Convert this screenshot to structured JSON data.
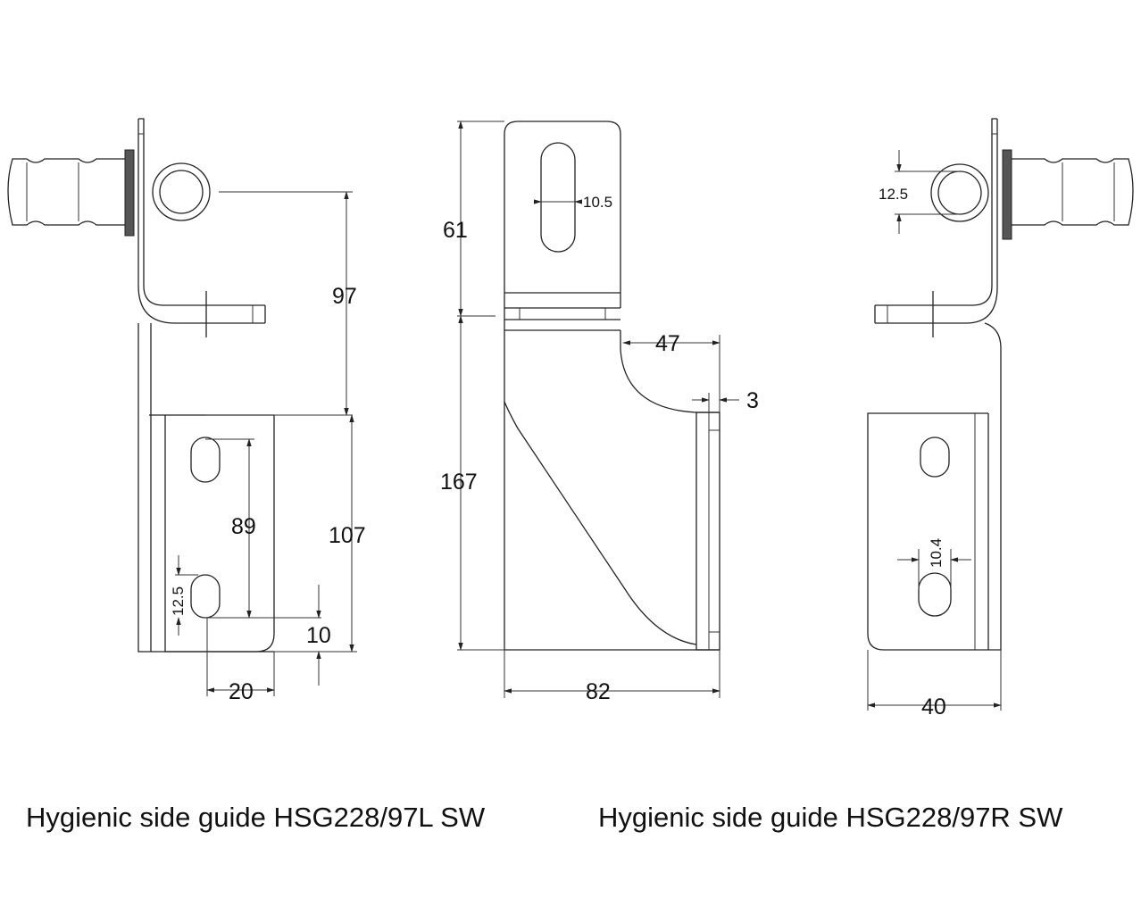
{
  "dimensions": {
    "left_view": {
      "d97": "97",
      "d107": "107",
      "d89": "89",
      "d12_5": "12.5",
      "d10": "10",
      "d20": "20"
    },
    "middle_view": {
      "d61": "61",
      "d10_5": "10.5",
      "d47": "47",
      "d3": "3",
      "d167": "167",
      "d82": "82"
    },
    "right_view": {
      "d12_5": "12.5",
      "d10_4": "10.4",
      "d40": "40"
    }
  },
  "captions": {
    "left": "Hygienic side guide HSG228/97L SW",
    "right": "Hygienic side guide HSG228/97R SW"
  }
}
